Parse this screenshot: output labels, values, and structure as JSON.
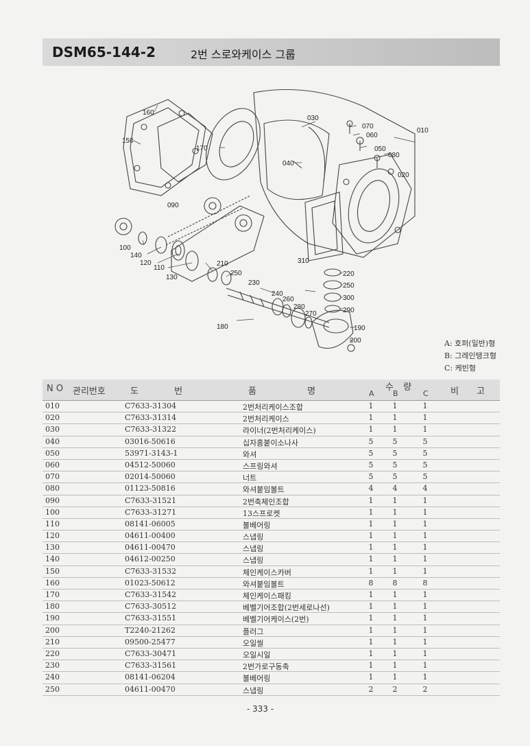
{
  "header": {
    "code": "DSM65-144-2",
    "title": "2번 스로와케이스 그룹"
  },
  "diagram": {
    "callouts": {
      "c160": "160",
      "c150": "150",
      "c170": "170",
      "c030": "030",
      "c070": "070",
      "c060": "060",
      "c010": "010",
      "c050": "050",
      "c080": "080",
      "c040": "040",
      "c020": "020",
      "c090": "090",
      "c100": "100",
      "c140": "140",
      "c120": "120",
      "c110": "110",
      "c130": "130",
      "c210": "210",
      "c250a": "250",
      "c230": "230",
      "c310": "310",
      "c220": "220",
      "c250b": "250",
      "c300": "300",
      "c290": "290",
      "c240": "240",
      "c260": "260",
      "c280": "280",
      "c270": "270",
      "c180": "180",
      "c190": "190",
      "c200": "200"
    }
  },
  "legend": {
    "a": "A: 호퍼(일반)형",
    "b": "B: 그레인탱크형",
    "c": "C: 케빈형"
  },
  "table": {
    "headers": {
      "no": "N O",
      "mgmt": "관리번호",
      "drawing": "도 번",
      "name": "품 명",
      "qty": "수 량",
      "qa": "A",
      "qb": "B",
      "qc": "C",
      "remarks": "비 고"
    },
    "rows": [
      {
        "no": "010",
        "part": "C7633-31304",
        "name": "2번처리케이스조합",
        "a": "1",
        "b": "1",
        "c": "1"
      },
      {
        "no": "020",
        "part": "C7633-31314",
        "name": "2번처리케이스",
        "a": "1",
        "b": "1",
        "c": "1"
      },
      {
        "no": "030",
        "part": "C7633-31322",
        "name": "라이너(2번처리케이스)",
        "a": "1",
        "b": "1",
        "c": "1"
      },
      {
        "no": "040",
        "part": "03016-50616",
        "name": "십자홈붙이소나사",
        "a": "5",
        "b": "5",
        "c": "5"
      },
      {
        "no": "050",
        "part": "53971-3143-1",
        "name": "와셔",
        "a": "5",
        "b": "5",
        "c": "5"
      },
      {
        "no": "060",
        "part": "04512-50060",
        "name": "스프링와셔",
        "a": "5",
        "b": "5",
        "c": "5"
      },
      {
        "no": "070",
        "part": "02014-50060",
        "name": "너트",
        "a": "5",
        "b": "5",
        "c": "5"
      },
      {
        "no": "080",
        "part": "01123-50816",
        "name": "와셔붙임볼트",
        "a": "4",
        "b": "4",
        "c": "4"
      },
      {
        "no": "090",
        "part": "C7633-31521",
        "name": "2번축체인조합",
        "a": "1",
        "b": "1",
        "c": "1"
      },
      {
        "no": "100",
        "part": "C7633-31271",
        "name": "13스프로켓",
        "a": "1",
        "b": "1",
        "c": "1"
      },
      {
        "no": "110",
        "part": "08141-06005",
        "name": "볼베어링",
        "a": "1",
        "b": "1",
        "c": "1"
      },
      {
        "no": "120",
        "part": "04611-00400",
        "name": "스냅링",
        "a": "1",
        "b": "1",
        "c": "1"
      },
      {
        "no": "130",
        "part": "04611-00470",
        "name": "스냅링",
        "a": "1",
        "b": "1",
        "c": "1"
      },
      {
        "no": "140",
        "part": "04612-00250",
        "name": "스냅링",
        "a": "1",
        "b": "1",
        "c": "1"
      },
      {
        "no": "150",
        "part": "C7633-31532",
        "name": "체인케이스카버",
        "a": "1",
        "b": "1",
        "c": "1"
      },
      {
        "no": "160",
        "part": "01023-50612",
        "name": "와셔붙임볼트",
        "a": "8",
        "b": "8",
        "c": "8"
      },
      {
        "no": "170",
        "part": "C7633-31542",
        "name": "체인케이스패킹",
        "a": "1",
        "b": "1",
        "c": "1"
      },
      {
        "no": "180",
        "part": "C7633-30512",
        "name": "베벨기어조합(2번세로나선)",
        "a": "1",
        "b": "1",
        "c": "1"
      },
      {
        "no": "190",
        "part": "C7633-31551",
        "name": "베벨기어케이스(2번)",
        "a": "1",
        "b": "1",
        "c": "1"
      },
      {
        "no": "200",
        "part": "T2240-21262",
        "name": "플러그",
        "a": "1",
        "b": "1",
        "c": "1"
      },
      {
        "no": "210",
        "part": "09500-25477",
        "name": "오일씰",
        "a": "1",
        "b": "1",
        "c": "1"
      },
      {
        "no": "220",
        "part": "C7633-30471",
        "name": "오일시일",
        "a": "1",
        "b": "1",
        "c": "1"
      },
      {
        "no": "230",
        "part": "C7633-31561",
        "name": "2번가로구동축",
        "a": "1",
        "b": "1",
        "c": "1"
      },
      {
        "no": "240",
        "part": "08141-06204",
        "name": "볼베어링",
        "a": "1",
        "b": "1",
        "c": "1"
      },
      {
        "no": "250",
        "part": "04611-00470",
        "name": "스냅링",
        "a": "2",
        "b": "2",
        "c": "2"
      }
    ]
  },
  "footer": {
    "page": "- 333 -"
  }
}
